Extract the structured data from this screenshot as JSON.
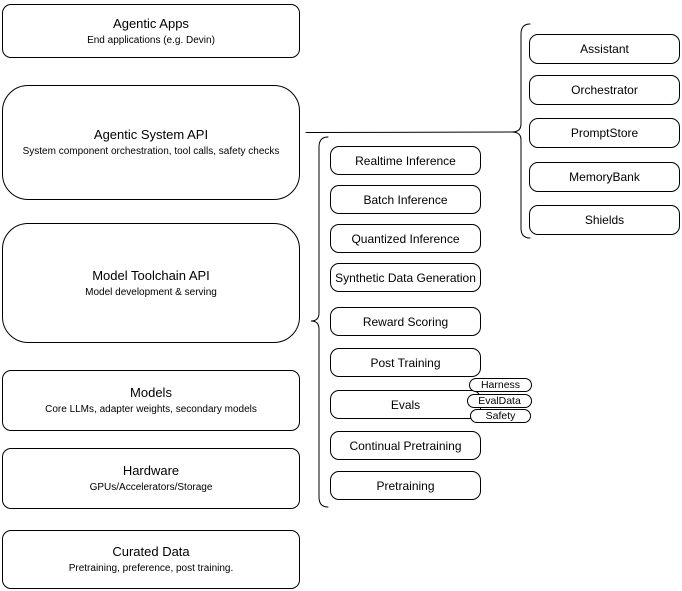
{
  "diagram": {
    "left_stack": [
      {
        "title": "Agentic Apps",
        "subtitle": "End applications (e.g. Devin)"
      },
      {
        "title": "Agentic System API",
        "subtitle": "System component orchestration, tool calls, safety checks"
      },
      {
        "title": "Model Toolchain API",
        "subtitle": "Model development & serving"
      },
      {
        "title": "Models",
        "subtitle": "Core LLMs, adapter weights, secondary models"
      },
      {
        "title": "Hardware",
        "subtitle": "GPUs/Accelerators/Storage"
      },
      {
        "title": "Curated Data",
        "subtitle": "Pretraining, preference, post training."
      }
    ],
    "toolchain_items": [
      {
        "label": "Realtime Inference"
      },
      {
        "label": "Batch Inference"
      },
      {
        "label": "Quantized Inference"
      },
      {
        "label": "Synthetic Data Generation"
      },
      {
        "label": "Reward Scoring"
      },
      {
        "label": "Post Training"
      },
      {
        "label": "Evals"
      },
      {
        "label": "Continual Pretraining"
      },
      {
        "label": "Pretraining"
      }
    ],
    "evals_tags": [
      {
        "label": "Harness"
      },
      {
        "label": "EvalData"
      },
      {
        "label": "Safety"
      }
    ],
    "system_components": [
      {
        "label": "Assistant"
      },
      {
        "label": "Orchestrator"
      },
      {
        "label": "PromptStore"
      },
      {
        "label": "MemoryBank"
      },
      {
        "label": "Shields"
      }
    ],
    "colors": {
      "stroke": "#000000",
      "fill": "#ffffff",
      "text": "#000000"
    }
  }
}
